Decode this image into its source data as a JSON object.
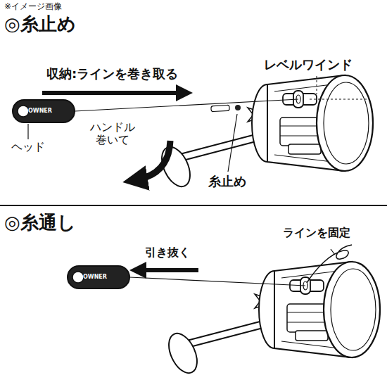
{
  "diagram": {
    "labels": [
      "※イメージ画像",
      "◎糸止め",
      "収納:ラインを巻き取る",
      "レベルワインド",
      "OWNER",
      "ヘッド",
      "ハンドル 巻いて",
      "糸止め",
      "◎糸通し",
      "引き抜く",
      "ラインを固定",
      "OWNER"
    ]
  }
}
